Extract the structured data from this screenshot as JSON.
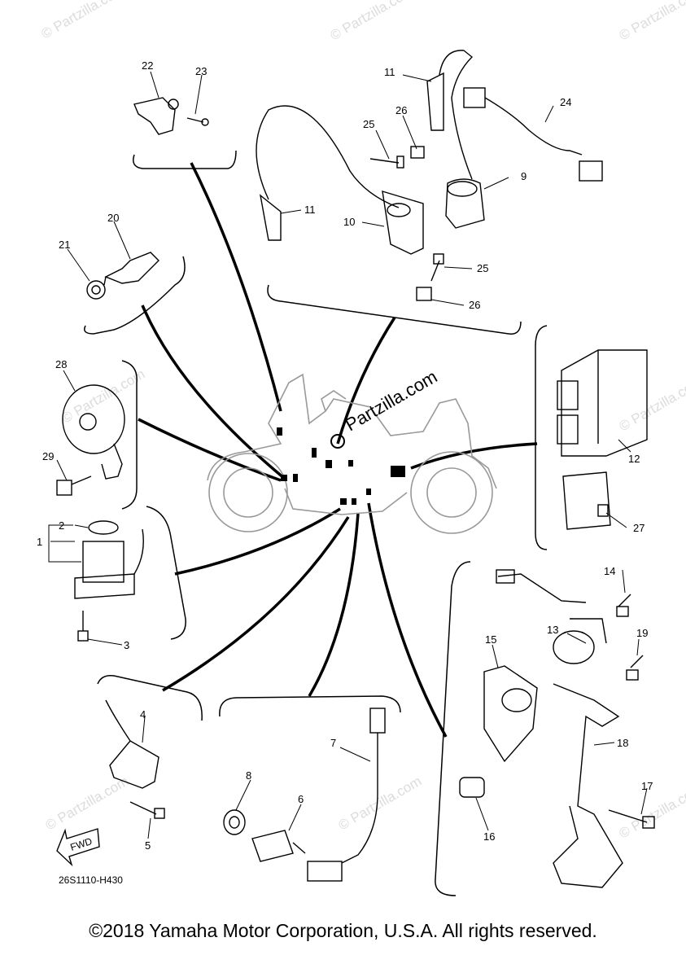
{
  "watermark": "© Partzilla.com",
  "center_watermark": "Partzilla.com",
  "fwd_label": "FWD",
  "diagram_code": "26S1110-H430",
  "copyright": "©2018 Yamaha Motor Corporation, U.S.A. All rights reserved.",
  "callouts": [
    "1",
    "2",
    "3",
    "4",
    "5",
    "6",
    "7",
    "8",
    "9",
    "10",
    "11",
    "11",
    "12",
    "13",
    "14",
    "15",
    "16",
    "17",
    "18",
    "19",
    "20",
    "21",
    "22",
    "23",
    "24",
    "25",
    "25",
    "26",
    "26",
    "27",
    "28",
    "29"
  ]
}
